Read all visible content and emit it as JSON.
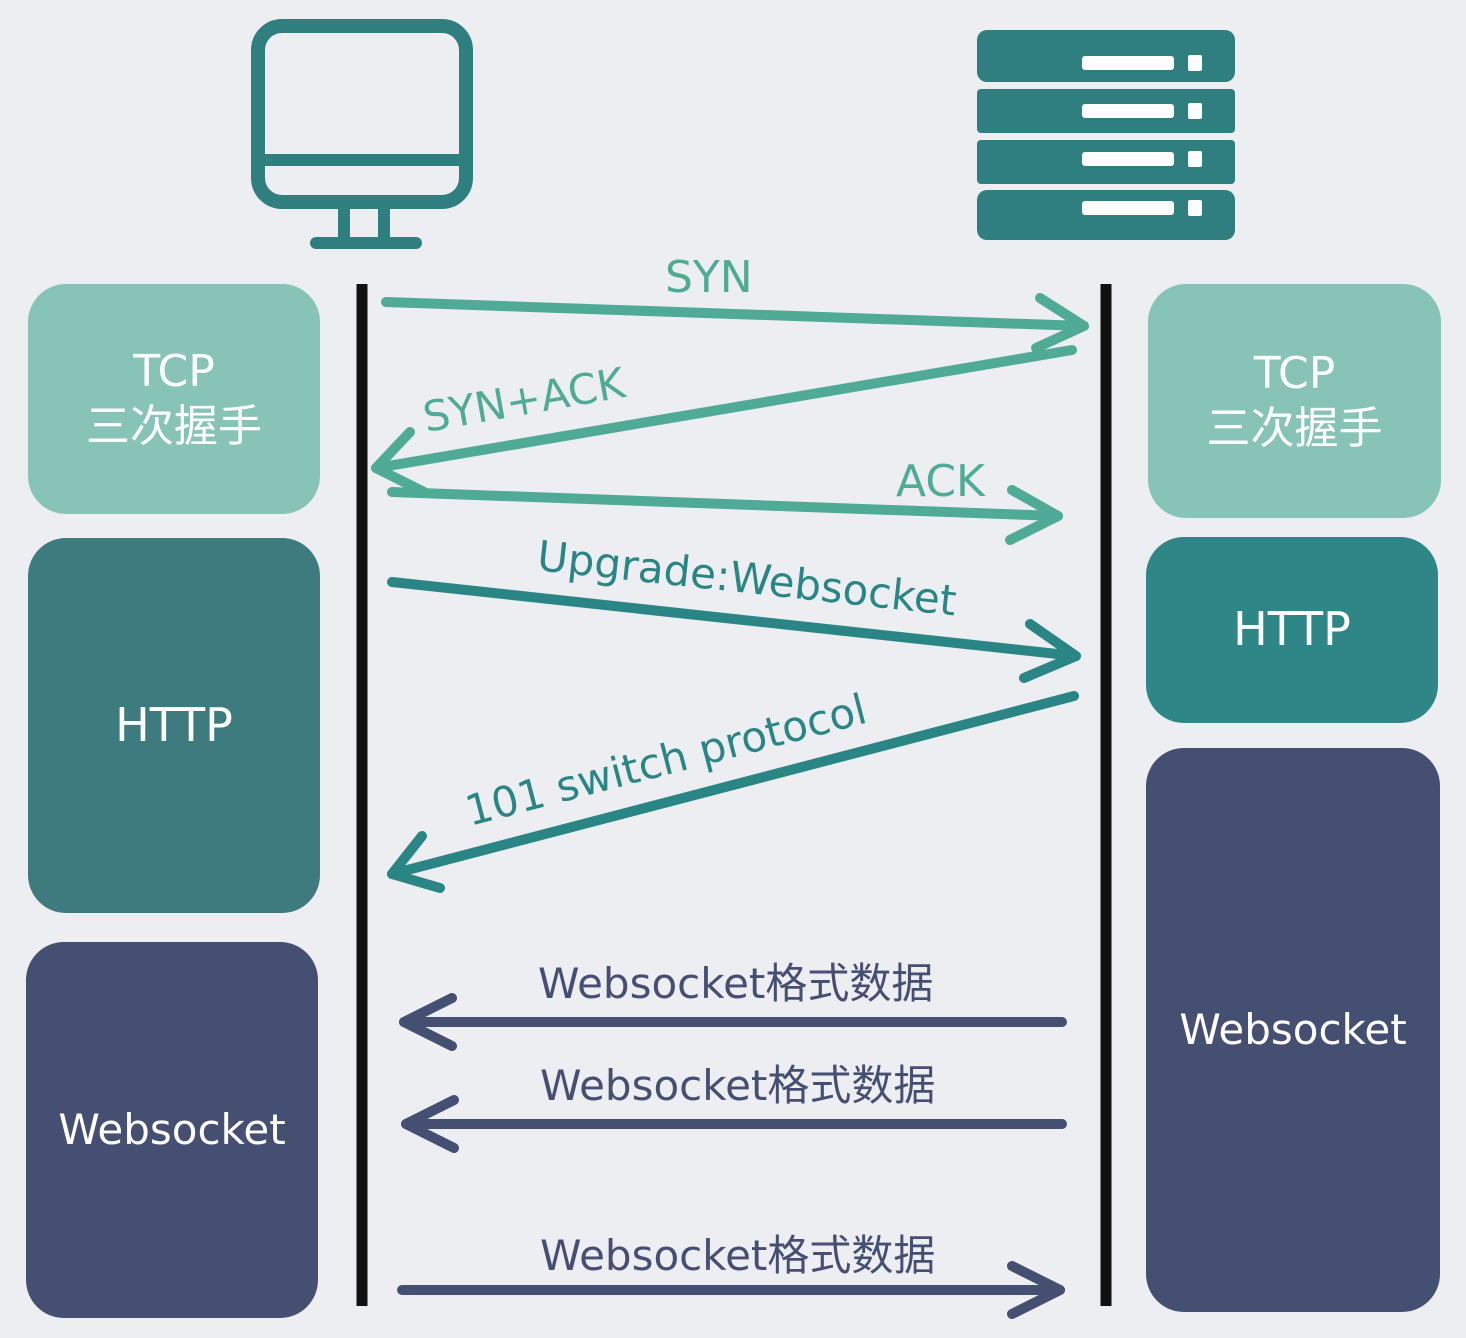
{
  "client": {
    "icon": "monitor-icon",
    "tcp_label_1": "TCP",
    "tcp_label_2": "三次握手",
    "http_label": "HTTP",
    "ws_label": "Websocket"
  },
  "server": {
    "icon": "server-icon",
    "tcp_label_1": "TCP",
    "tcp_label_2": "三次握手",
    "http_label": "HTTP",
    "ws_label": "Websocket"
  },
  "messages": {
    "syn": "SYN",
    "syn_ack": "SYN+ACK",
    "ack": "ACK",
    "upgrade": "Upgrade:Websocket",
    "switch": "101  switch  protocol",
    "ws_data_1": "Websocket格式数据",
    "ws_data_2": "Websocket格式数据",
    "ws_data_3": "Websocket格式数据"
  },
  "colors": {
    "background": "#eceef2",
    "icon_teal": "#2f7f80",
    "tcp_light": "#87c4b7",
    "handshake_arrow": "#4faa96",
    "http_dark": "#3e7b7f",
    "http_arrow": "#2a8585",
    "websocket_navy": "#454f72",
    "lifeline": "#111111"
  }
}
